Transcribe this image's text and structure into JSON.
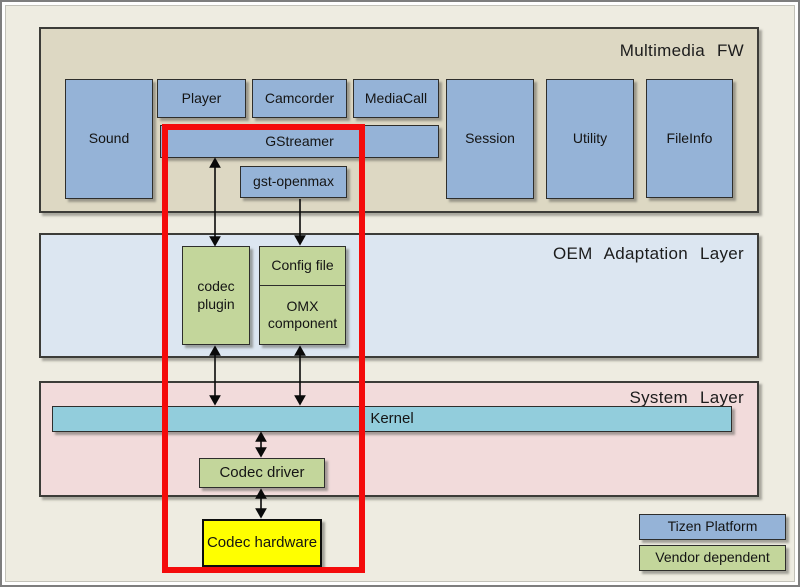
{
  "layers": {
    "multimedia_fw": "Multimedia FW",
    "oem_adaptation": "OEM Adaptation Layer",
    "system": "System Layer"
  },
  "nodes": {
    "sound": "Sound",
    "player": "Player",
    "camcorder": "Camcorder",
    "mediacall": "MediaCall",
    "gstreamer": "GStreamer",
    "gst_openmax": "gst-openmax",
    "session": "Session",
    "utility": "Utility",
    "fileinfo": "FileInfo",
    "codec_plugin": "codec plugin",
    "config_file": "Config file",
    "omx_component": "OMX component",
    "kernel": "Kernel",
    "codec_driver": "Codec driver",
    "codec_hardware": "Codec hardware"
  },
  "legend": {
    "tizen_platform": "Tizen Platform",
    "vendor_dependent": "Vendor dependent"
  },
  "colors": {
    "tizen_blue": "#95b3d7",
    "vendor_green": "#c3d69b",
    "kernel_teal": "#92cddc",
    "hardware_yellow": "#ffff00",
    "multimedia_fw_bg": "#ddd8c3",
    "oem_bg": "#dce6f1",
    "system_bg": "#f2dbdb",
    "page_bg": "#eeece1",
    "highlight_red": "#f40b0b",
    "arrow_black": "#0a0a0a"
  }
}
